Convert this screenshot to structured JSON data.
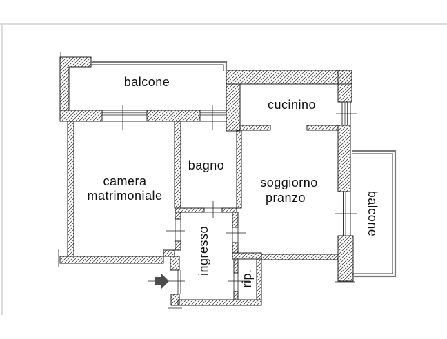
{
  "frame": {
    "border_color": "#dcdcdc"
  },
  "plan": {
    "wall_outline_color": "#1f1f1f",
    "hatch_color": "#4a4a4a",
    "railing_color": "#7a7a7a",
    "entrance_arrow_color": "#4d4d4d",
    "label_color": "#111111",
    "rooms": [
      {
        "name": "balcone-top",
        "label": "balcone"
      },
      {
        "name": "camera-matrimoniale",
        "label": "camera matrimoniale",
        "lines": [
          "camera",
          "matrimoniale"
        ]
      },
      {
        "name": "bagno",
        "label": "bagno"
      },
      {
        "name": "cucinino",
        "label": "cucinino"
      },
      {
        "name": "soggiorno-pranzo",
        "label": "soggiorno pranzo",
        "lines": [
          "soggiorno",
          "pranzo"
        ]
      },
      {
        "name": "ingresso",
        "label": "ingresso"
      },
      {
        "name": "ripostiglio",
        "label": "rip."
      },
      {
        "name": "balcone-right",
        "label": "balcone"
      }
    ]
  }
}
